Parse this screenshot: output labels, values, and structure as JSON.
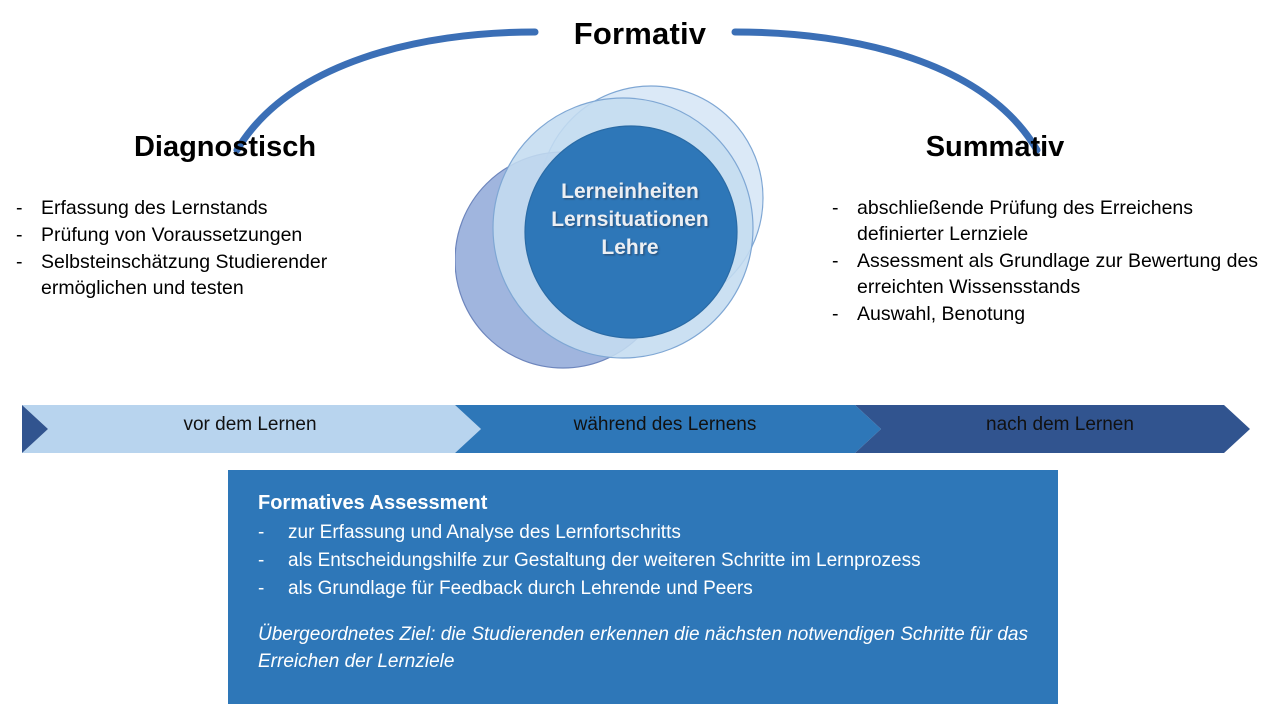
{
  "header": {
    "formativ_label": "Formativ"
  },
  "left_column": {
    "title": "Diagnostisch",
    "bullet_marker": "-",
    "items": [
      "Erfassung des Lernstands",
      "Prüfung von Voraussetzungen",
      "Selbsteinschätzung Studierender ermöglichen und testen"
    ]
  },
  "right_column": {
    "title": "Summativ",
    "bullet_marker": "-",
    "items": [
      "abschließende Prüfung des Erreichens definierter Lernziele",
      "Assessment als Grundlage zur Bewertung des erreichten Wissensstands",
      "Auswahl, Benotung"
    ]
  },
  "center": {
    "lines": [
      "Lerneinheiten",
      "Lernsituationen",
      "Lehre"
    ],
    "text": "Lerneinheiten\nLernsituationen\nLehre"
  },
  "timeline": {
    "segments": [
      {
        "label": "vor dem Lernen",
        "color": "#b8d4ee"
      },
      {
        "label": "während des Lernens",
        "color": "#2e77b8"
      },
      {
        "label": "nach dem Lernen",
        "color": "#31548f"
      }
    ]
  },
  "info_box": {
    "title": "Formatives Assessment",
    "bullet_marker": "-",
    "items": [
      "zur Erfassung und Analyse des Lernfortschritts",
      "als Entscheidungshilfe zur Gestaltung der weiteren Schritte im Lernprozess",
      "als Grundlage für Feedback durch Lehrende und Peers"
    ],
    "note": "Übergeordnetes Ziel: die Studierenden erkennen die nächsten notwendigen Schritte für das Erreichen der Lernziele"
  },
  "colors": {
    "arc": "#3b6fb6",
    "circle_main": "#2e77b8",
    "circle_light": "#c4dcf0",
    "circle_lighter": "#d8e7f6",
    "circle_periwinkle": "#8fa8d8",
    "box_bg": "#2e77b8",
    "timeline_light": "#b8d4ee",
    "timeline_mid": "#2e77b8",
    "timeline_dark": "#31548f",
    "text": "#000000",
    "box_text": "#ffffff"
  }
}
